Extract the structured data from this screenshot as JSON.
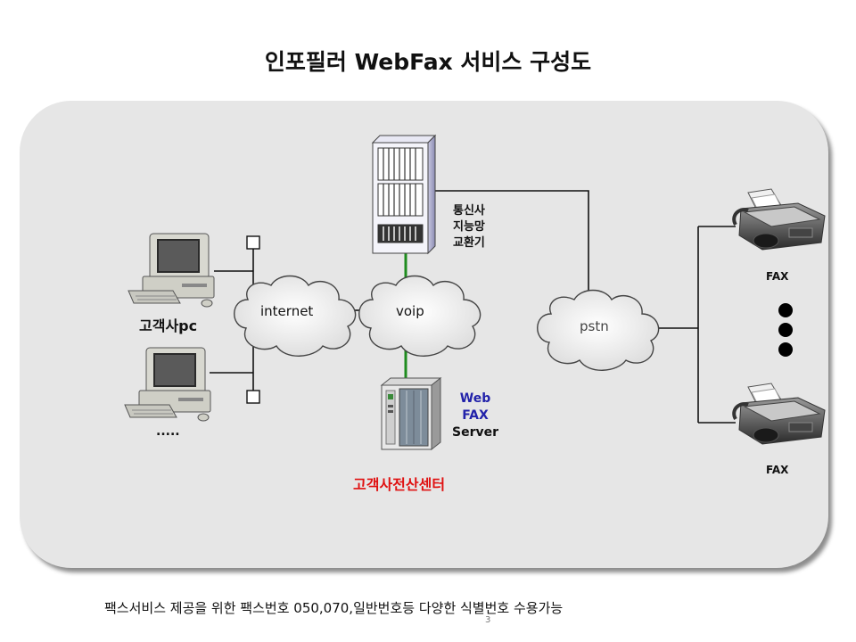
{
  "title": "인포필러 WebFax 서비스 구성도",
  "nodes": {
    "client_pc_label": "고객사pc",
    "ellipsis_label": ".....",
    "internet_label": "internet",
    "voip_label": "voip",
    "pstn_label": "pstn",
    "exchange_label_1": "통신사",
    "exchange_label_2": "지능망",
    "exchange_label_3": "교환기",
    "server_label_1": "Web",
    "server_label_2": "FAX",
    "server_label_3": "Server",
    "datacenter_label": "고객사전산센터",
    "fax_top_label": "FAX",
    "fax_bottom_label": "FAX"
  },
  "footer": {
    "text": "팩스서비스 제공을 위한 팩스번호 050,070,일반번호등 다양한 식별번호 수용가능",
    "page_number": "3"
  },
  "colors": {
    "panel": "#e6e6e6",
    "green_link": "#1e8c1e",
    "server_text": "#2222aa",
    "datacenter_text": "#e01010"
  },
  "icons": [
    "desktop-pc-icon",
    "server-rack-icon",
    "file-server-icon",
    "fax-machine-icon",
    "cloud-icon"
  ]
}
